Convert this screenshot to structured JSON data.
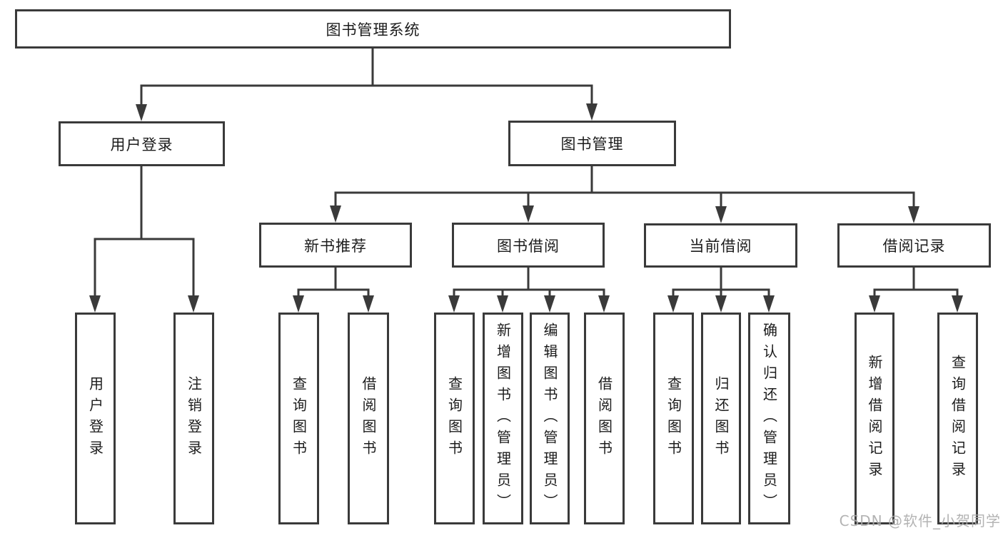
{
  "diagram": {
    "root": {
      "label": "图书管理系统"
    },
    "level2": [
      {
        "label": "用户登录"
      },
      {
        "label": "图书管理"
      }
    ],
    "level3": [
      {
        "label": "新书推荐"
      },
      {
        "label": "图书借阅"
      },
      {
        "label": "当前借阅"
      },
      {
        "label": "借阅记录"
      }
    ],
    "leaves": [
      {
        "label": "用户登录"
      },
      {
        "label": "注销登录"
      },
      {
        "label": "查询图书"
      },
      {
        "label": "借阅图书"
      },
      {
        "label": "查询图书"
      },
      {
        "label": "新增图书（管理员）"
      },
      {
        "label": "编辑图书（管理员）"
      },
      {
        "label": "借阅图书"
      },
      {
        "label": "查询图书"
      },
      {
        "label": "归还图书"
      },
      {
        "label": "确认归还（管理员）"
      },
      {
        "label": "新增借阅记录"
      },
      {
        "label": "查询借阅记录"
      }
    ]
  },
  "watermark": {
    "text": "CSDN @软件_小贺同学"
  },
  "colors": {
    "line": "#3a3a3a",
    "box_border": "#3a3a3a",
    "text": "#1c1c1c",
    "watermark": "#ababab",
    "background": "#ffffff"
  }
}
